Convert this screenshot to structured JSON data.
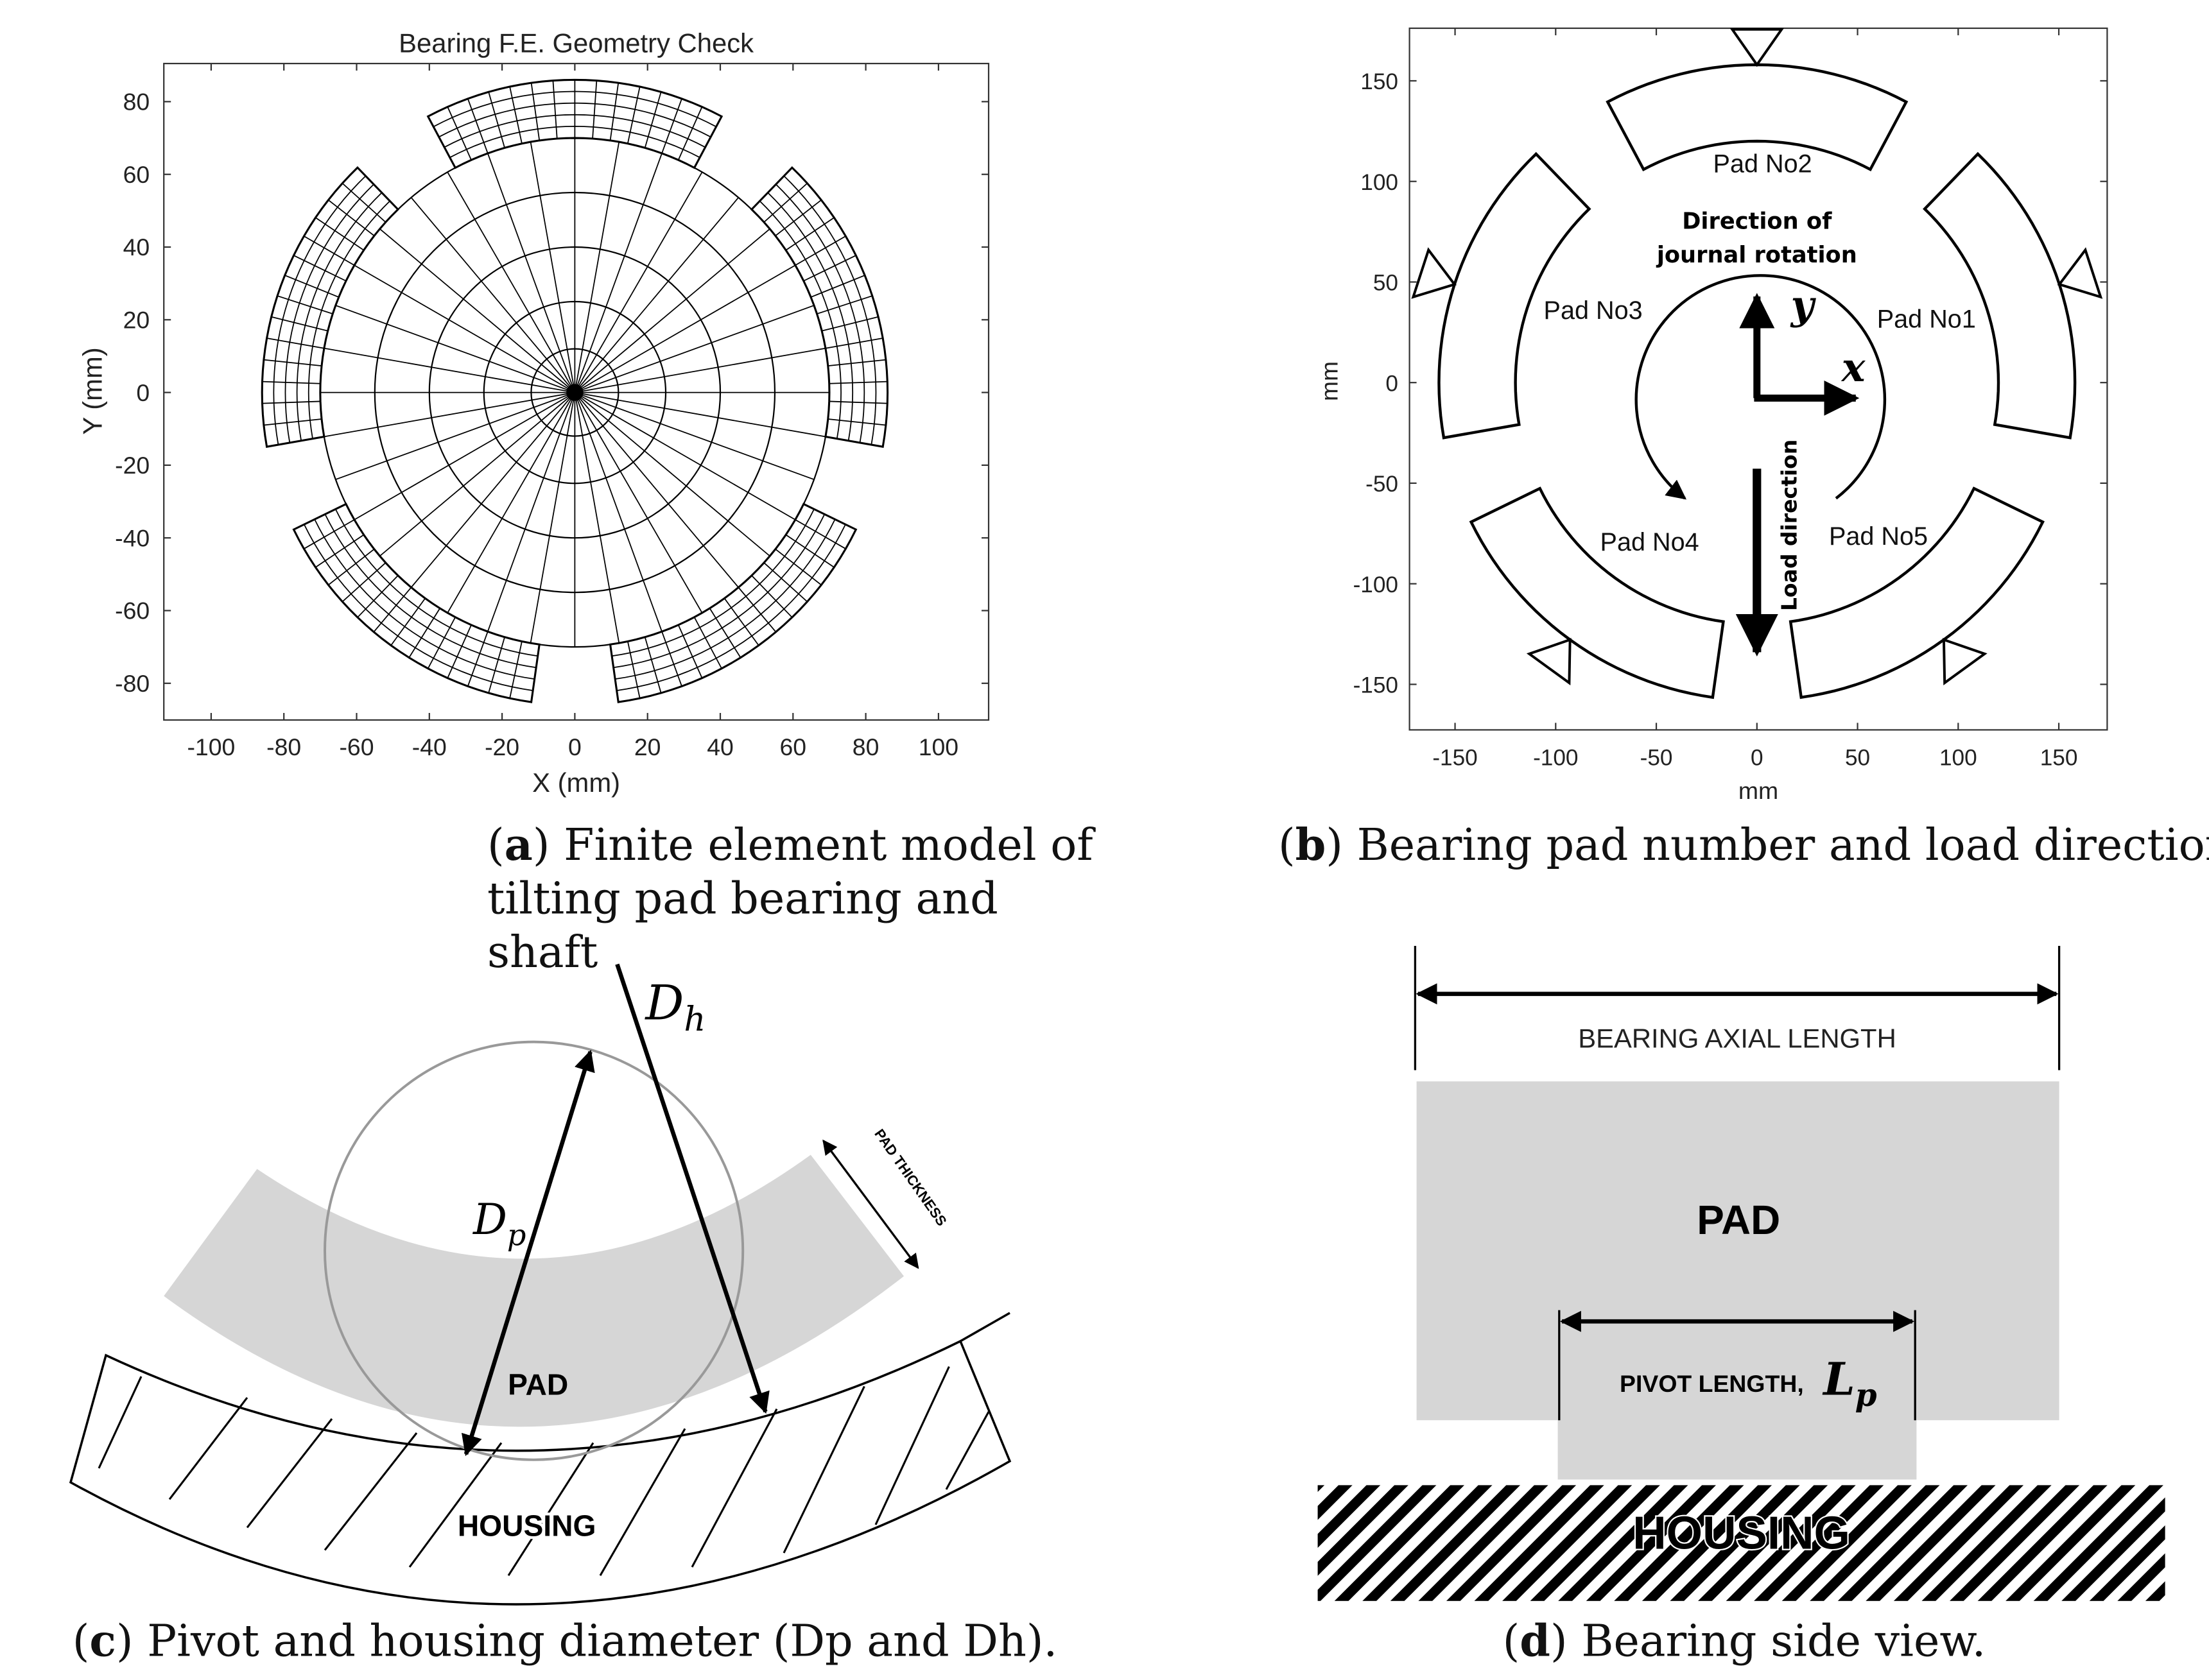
{
  "panel_a": {
    "title": "Bearing F.E. Geometry Check",
    "xlabel": "X (mm)",
    "ylabel": "Y (mm)",
    "xticks": [
      "-100",
      "-80",
      "-60",
      "-40",
      "-20",
      "0",
      "20",
      "40",
      "60",
      "80",
      "100"
    ],
    "yticks": [
      "80",
      "60",
      "40",
      "20",
      "0",
      "-20",
      "-40",
      "-60",
      "-80"
    ],
    "caption_letter": "a",
    "caption_text": " Finite element model of tilting pad bearing and shaft"
  },
  "panel_b": {
    "xlabel": "mm",
    "ylabel": "mm",
    "xticks": [
      "-150",
      "-100",
      "-50",
      "0",
      "50",
      "100",
      "150"
    ],
    "yticks": [
      "150",
      "100",
      "50",
      "0",
      "-50",
      "-100",
      "-150"
    ],
    "pads": [
      "Pad No1",
      "Pad No2",
      "Pad No3",
      "Pad No4",
      "Pad No5"
    ],
    "rotation_label_1": "Direction of",
    "rotation_label_2": "journal rotation",
    "axis_y": "y",
    "axis_x": "x",
    "load_label": "Load direction",
    "caption_letter": "b",
    "caption_text": " Bearing pad number and load direction"
  },
  "panel_c": {
    "dh_label": "D",
    "dh_sub": "h",
    "dp_label": "D",
    "dp_sub": "p",
    "pad_thickness": "PAD THICKNESS",
    "pad": "PAD",
    "housing": "HOUSING",
    "caption_letter": "c",
    "caption_text": " Pivot and housing diameter (Dp and Dh)."
  },
  "panel_d": {
    "axial_length": "BEARING AXIAL LENGTH",
    "pad": "PAD",
    "pivot_length": "PIVOT LENGTH, ",
    "lp": "L",
    "lp_sub": "p",
    "housing": "HOUSING",
    "caption_letter": "d",
    "caption_text": " Bearing side view."
  }
}
